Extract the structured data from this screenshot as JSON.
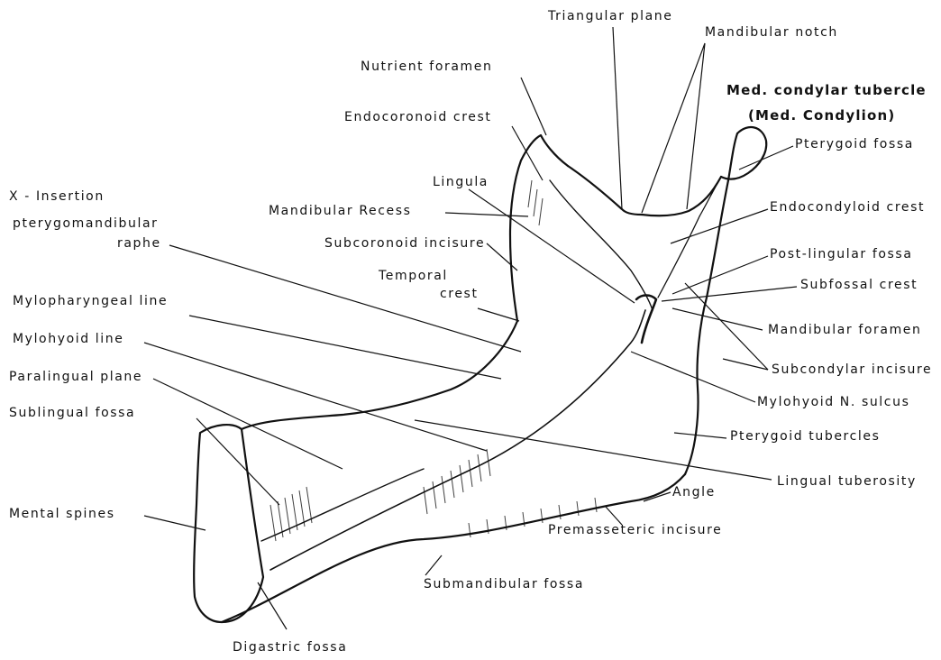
{
  "figure": {
    "subject": "mandible-medial-view",
    "ink_color": "#111111",
    "background": "#ffffff"
  },
  "labels": {
    "triangular_plane": "Triangular plane",
    "mandibular_notch": "Mandibular notch",
    "nutrient_foramen": "Nutrient foramen",
    "med_condylar_tubercle": "Med. condylar tubercle",
    "med_condylion": "(Med. Condylion)",
    "endocoronoid_crest": "Endocoronoid crest",
    "pterygoid_fossa": "Pterygoid fossa",
    "lingula": "Lingula",
    "x_insertion": "X - Insertion",
    "mandibular_recess": "Mandibular Recess",
    "endocondyloid_crest": "Endocondyloid crest",
    "pterygomandibular_raphe_1": "pterygomandibular",
    "pterygomandibular_raphe_2": "raphe",
    "subcoronoid_incisure": "Subcoronoid incisure",
    "post_lingular_fossa": "Post-lingular fossa",
    "temporal_crest_1": "Temporal",
    "temporal_crest_2": "crest",
    "subfossal_crest": "Subfossal crest",
    "mylopharyngeal_line": "Mylopharyngeal line",
    "mandibular_foramen": "Mandibular foramen",
    "mylohyoid_line": "Mylohyoid line",
    "subcondylar_incisure": "Subcondylar incisure",
    "paralingual_plane": "Paralingual plane",
    "mylohyoid_n_sulcus": "Mylohyoid N. sulcus",
    "sublingual_fossa": "Sublingual fossa",
    "pterygoid_tubercles": "Pterygoid tubercles",
    "lingual_tuberosity": "Lingual tuberosity",
    "angle": "Angle",
    "mental_spines": "Mental spines",
    "premasseteric_incisure": "Premasseteric incisure",
    "submandibular_fossa": "Submandibular fossa",
    "digastric_fossa": "Digastric fossa"
  }
}
